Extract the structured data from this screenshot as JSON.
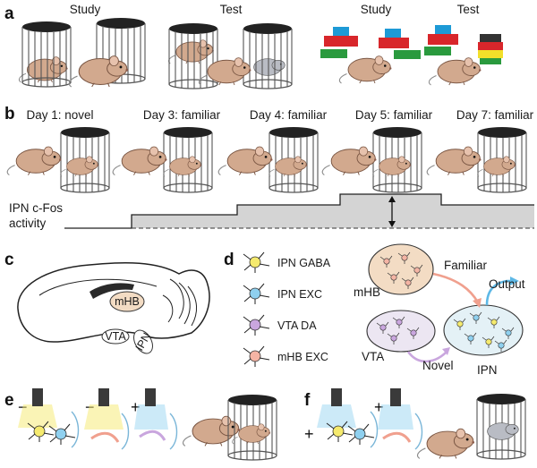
{
  "panels": {
    "a": {
      "letter": "a",
      "study_label_left": "Study",
      "test_label_left": "Test",
      "study_label_right": "Study",
      "test_label_right": "Test"
    },
    "b": {
      "letter": "b",
      "days": [
        "Day 1: novel",
        "Day 3: familiar",
        "Day 4: familiar",
        "Day 5: familiar",
        "Day 7: familiar"
      ],
      "activity_label_line1": "IPN c-Fos",
      "activity_label_line2": "activity"
    },
    "c": {
      "letter": "c",
      "regions": [
        "mHB",
        "VTA",
        "IPN"
      ]
    },
    "d": {
      "letter": "d",
      "legend": [
        "IPN GABA",
        "IPN EXC",
        "VTA DA",
        "mHB EXC"
      ],
      "nodes": {
        "mhb": "mHB",
        "vta": "VTA",
        "ipn": "IPN"
      },
      "arrows": {
        "familiar": "Familiar",
        "novel": "Novel",
        "output": "Output"
      }
    },
    "e": {
      "letter": "e",
      "signs": [
        "−",
        "−",
        "+"
      ]
    },
    "f": {
      "letter": "f",
      "signs": [
        "+",
        "+"
      ]
    }
  },
  "colors": {
    "mouse_fur": "#d2a98e",
    "mouse_dark": "#9c6f58",
    "novel_mouse": "#b9bcc4",
    "cage_top": "#222222",
    "activity_fill": "#d4d4d4",
    "mhb_region": "#f3dcc4",
    "vta_region": "#ece6f2",
    "ipn_region": "#e4f1f6",
    "ipn_gaba": "#f5ea6e",
    "ipn_exc": "#8fd0ef",
    "vta_da": "#c9a6de",
    "mhb_exc": "#f4b4a4",
    "block_red": "#d8262b",
    "block_blue": "#1d9ad6",
    "block_green": "#2a9a3e",
    "block_yellow": "#f2df2a"
  }
}
